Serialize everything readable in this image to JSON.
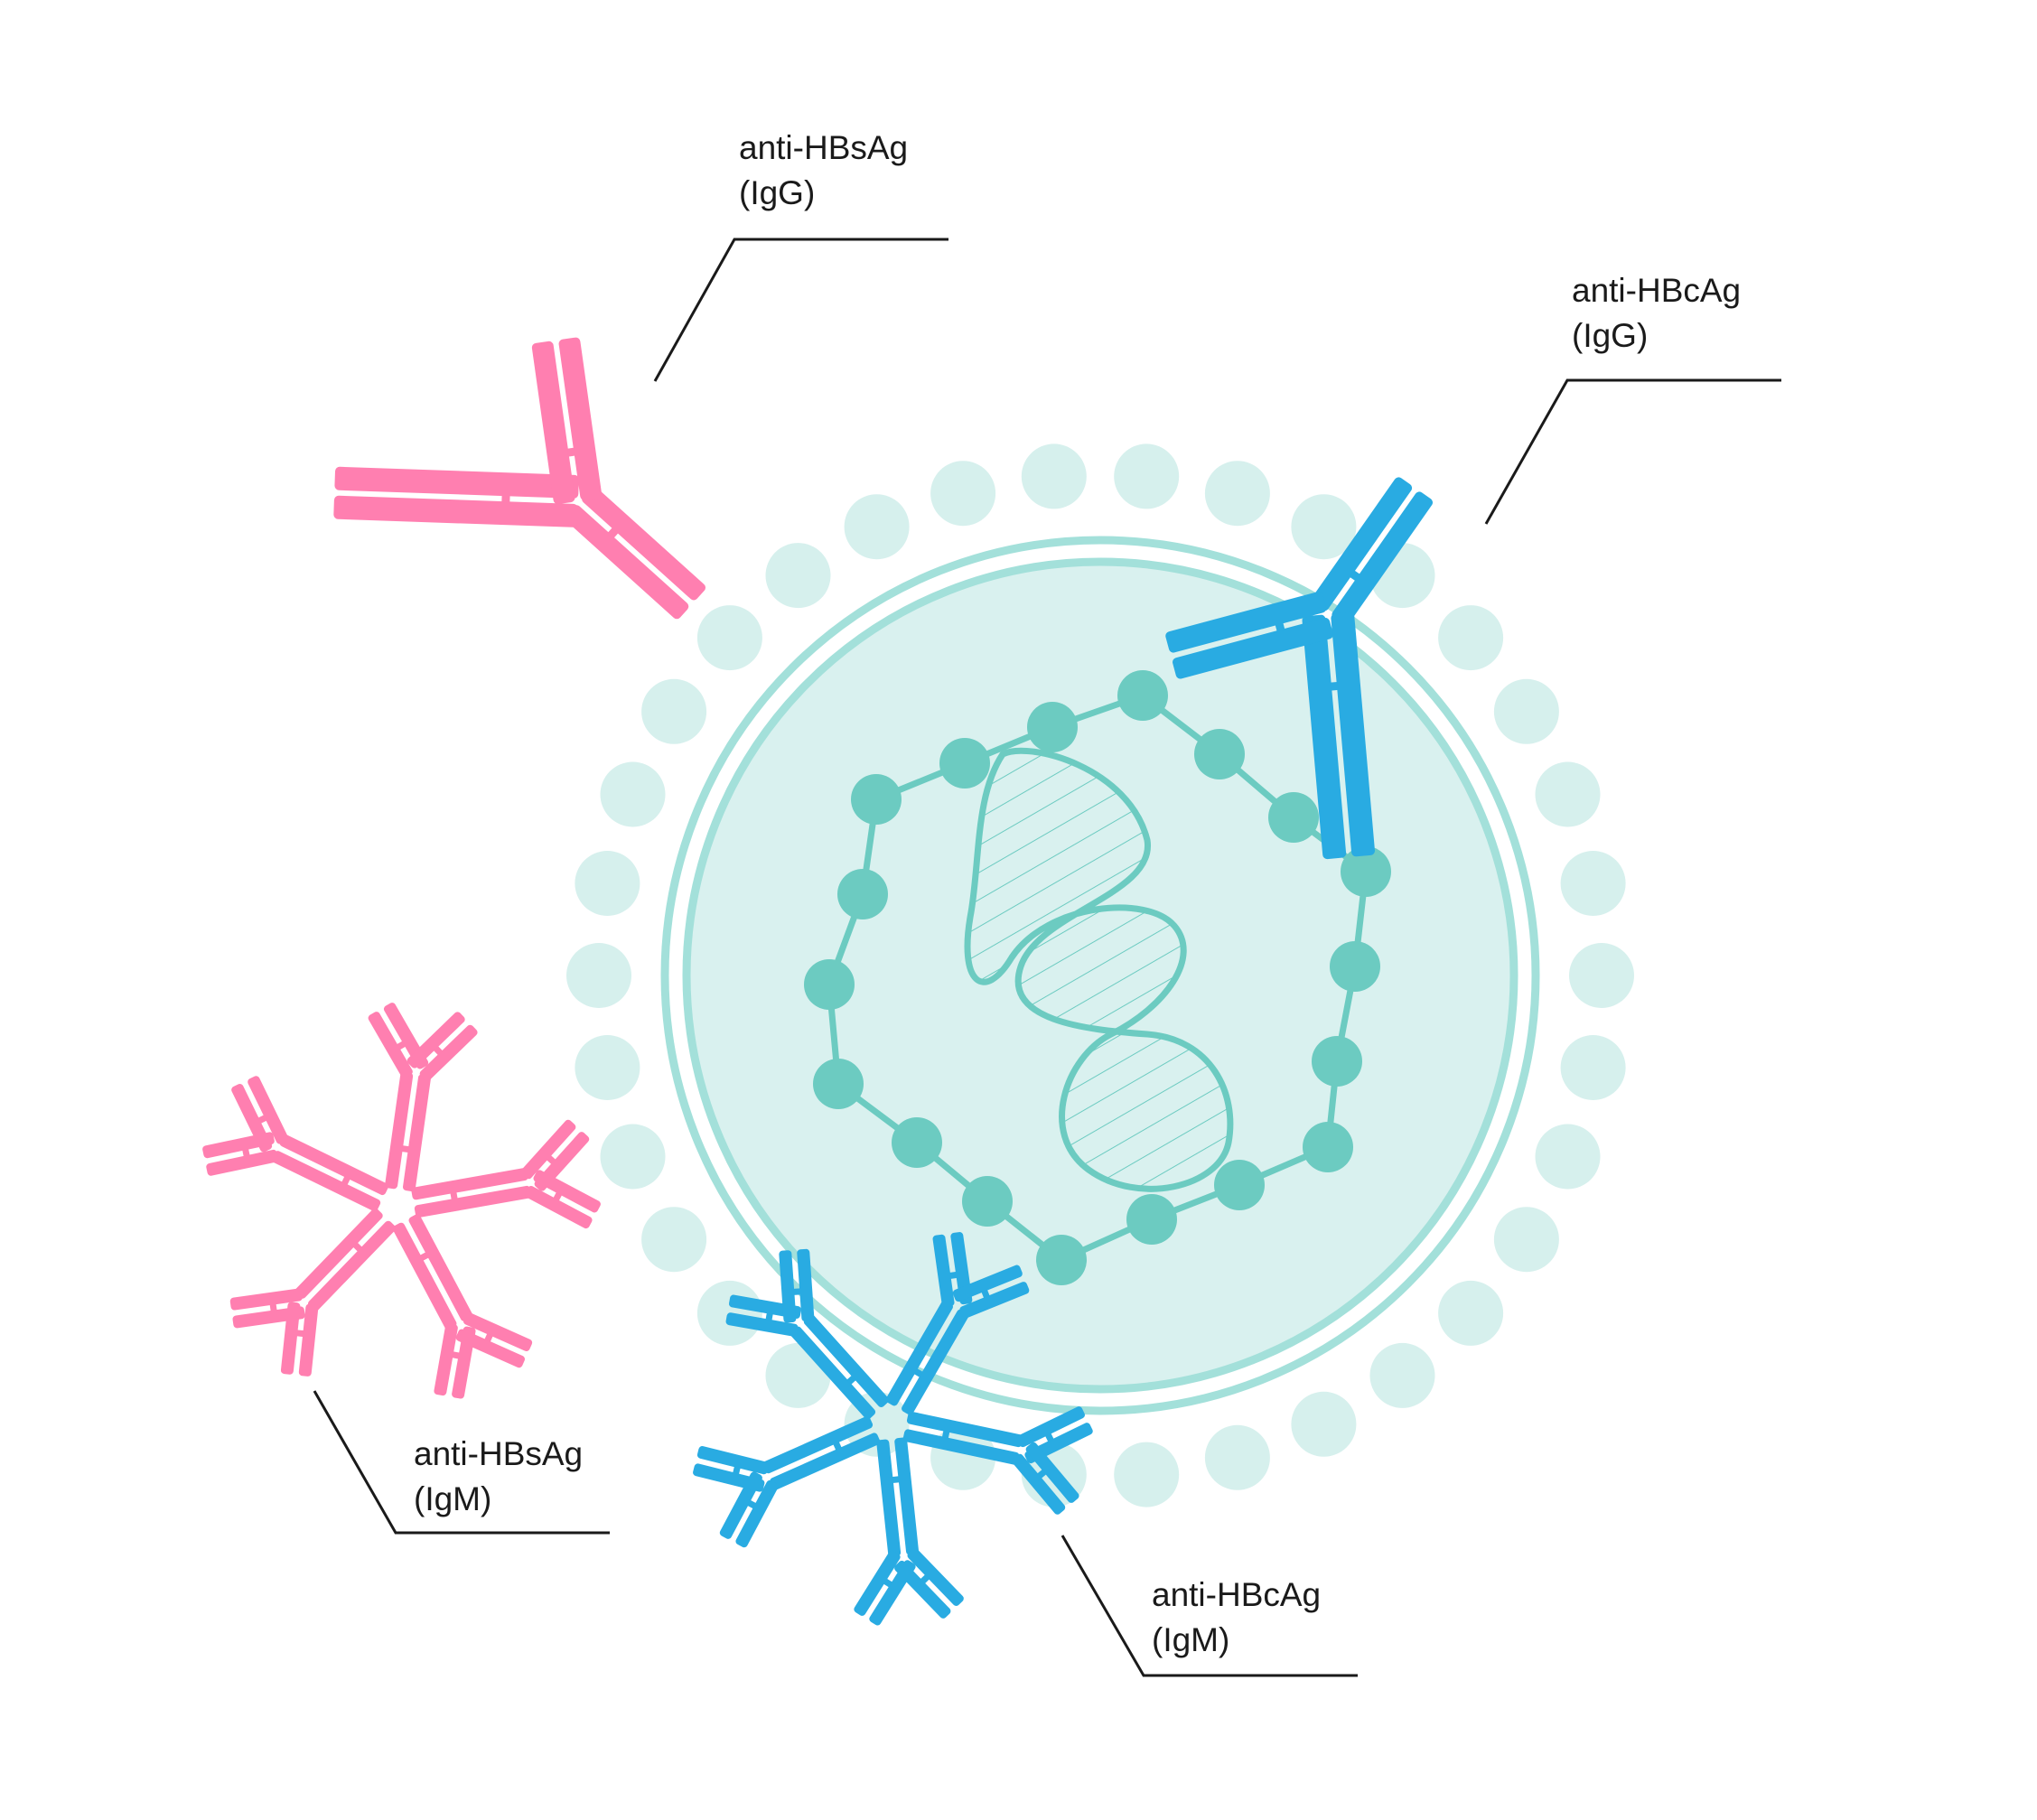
{
  "labels": {
    "hbs_igg": {
      "line1": "anti-HBsAg",
      "line2": "(IgG)"
    },
    "hbc_igg": {
      "line1": "anti-HBcAg",
      "line2": "(IgG)"
    },
    "hbs_igm": {
      "line1": "anti-HBsAg",
      "line2": "(IgM)"
    },
    "hbc_igm": {
      "line1": "anti-HBcAg",
      "line2": "(IgM)"
    }
  },
  "colors": {
    "hbs_antibody": "#ff7fb0",
    "hbc_antibody": "#29abe2",
    "virion_fill": "#d9f1ef",
    "virion_ring": "#a3e0da",
    "surface_dots": "#d6f0ed",
    "genome": "#6ccbc1",
    "callout_line": "#1a1a1a"
  }
}
